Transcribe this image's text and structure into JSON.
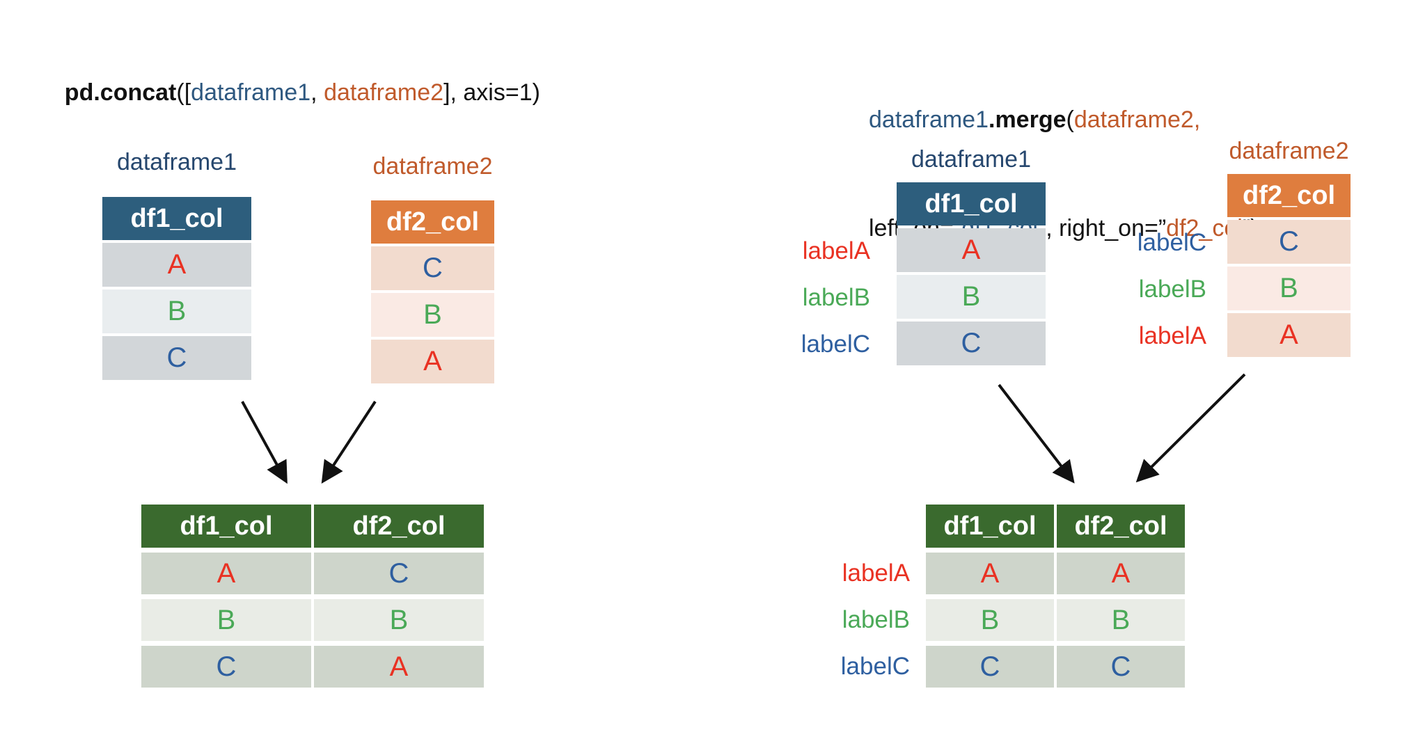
{
  "palette": {
    "header_blue": "#2d5e7d",
    "header_orange": "#df7d3e",
    "header_green": "#3a6a2e",
    "title_navy": "#26476e",
    "code_blue": "#2e5880",
    "code_orange": "#c05a2b",
    "value_red": "#e93223",
    "value_green": "#4aa957",
    "value_blue": "#2e5fa0",
    "row_gray_dark": "#d2d6d9",
    "row_gray_light": "#e9edef",
    "row_peach_dark": "#f2dbce",
    "row_peach_light": "#faeae4",
    "row_sage_dark": "#ced5cb",
    "row_sage_light": "#e9ece6",
    "arrow_color": "#111111"
  },
  "left": {
    "code": [
      {
        "t": "pd.concat",
        "c": "#111111"
      },
      {
        "t": "([",
        "c": "#111111"
      },
      {
        "t": "dataframe1",
        "c": "#2e5880"
      },
      {
        "t": ", ",
        "c": "#111111"
      },
      {
        "t": "dataframe2",
        "c": "#c05a2b"
      },
      {
        "t": "], axis=1)",
        "c": "#111111"
      }
    ],
    "df1": {
      "title": "dataframe1",
      "header": "df1_col",
      "rows": [
        {
          "v": "A",
          "c": "#e93223"
        },
        {
          "v": "B",
          "c": "#4aa957"
        },
        {
          "v": "C",
          "c": "#2e5fa0"
        }
      ]
    },
    "df2": {
      "title": "dataframe2",
      "header": "df2_col",
      "rows": [
        {
          "v": "C",
          "c": "#2e5fa0"
        },
        {
          "v": "B",
          "c": "#4aa957"
        },
        {
          "v": "A",
          "c": "#e93223"
        }
      ]
    },
    "result": {
      "headers": [
        "df1_col",
        "df2_col"
      ],
      "rows": [
        {
          "c1": {
            "v": "A",
            "c": "#e93223"
          },
          "c2": {
            "v": "C",
            "c": "#2e5fa0"
          }
        },
        {
          "c1": {
            "v": "B",
            "c": "#4aa957"
          },
          "c2": {
            "v": "B",
            "c": "#4aa957"
          }
        },
        {
          "c1": {
            "v": "C",
            "c": "#2e5fa0"
          },
          "c2": {
            "v": "A",
            "c": "#e93223"
          }
        }
      ]
    }
  },
  "right": {
    "code_line1": [
      {
        "t": "dataframe1",
        "c": "#2e5880"
      },
      {
        "t": ".merge",
        "c": "#111111"
      },
      {
        "t": "(",
        "c": "#111111"
      },
      {
        "t": "dataframe2,",
        "c": "#c05a2b"
      }
    ],
    "code_line2": [
      {
        "t": "left_on=”",
        "c": "#111111"
      },
      {
        "t": "df1_col",
        "c": "#2e5880"
      },
      {
        "t": "”, right_on=”",
        "c": "#111111"
      },
      {
        "t": "df2_col",
        "c": "#c05a2b"
      },
      {
        "t": "”)",
        "c": "#111111"
      }
    ],
    "df1": {
      "title": "dataframe1",
      "header": "df1_col",
      "labels": [
        {
          "v": "labelA",
          "c": "#e93223"
        },
        {
          "v": "labelB",
          "c": "#4aa957"
        },
        {
          "v": "labelC",
          "c": "#2e5fa0"
        }
      ],
      "rows": [
        {
          "v": "A",
          "c": "#e93223"
        },
        {
          "v": "B",
          "c": "#4aa957"
        },
        {
          "v": "C",
          "c": "#2e5fa0"
        }
      ]
    },
    "df2": {
      "title": "dataframe2",
      "header": "df2_col",
      "labels": [
        {
          "v": "labelC",
          "c": "#2e5fa0"
        },
        {
          "v": "labelB",
          "c": "#4aa957"
        },
        {
          "v": "labelA",
          "c": "#e93223"
        }
      ],
      "rows": [
        {
          "v": "C",
          "c": "#2e5fa0"
        },
        {
          "v": "B",
          "c": "#4aa957"
        },
        {
          "v": "A",
          "c": "#e93223"
        }
      ]
    },
    "result": {
      "headers": [
        "df1_col",
        "df2_col"
      ],
      "labels": [
        {
          "v": "labelA",
          "c": "#e93223"
        },
        {
          "v": "labelB",
          "c": "#4aa957"
        },
        {
          "v": "labelC",
          "c": "#2e5fa0"
        }
      ],
      "rows": [
        {
          "c1": {
            "v": "A",
            "c": "#e93223"
          },
          "c2": {
            "v": "A",
            "c": "#e93223"
          }
        },
        {
          "c1": {
            "v": "B",
            "c": "#4aa957"
          },
          "c2": {
            "v": "B",
            "c": "#4aa957"
          }
        },
        {
          "c1": {
            "v": "C",
            "c": "#2e5fa0"
          },
          "c2": {
            "v": "C",
            "c": "#2e5fa0"
          }
        }
      ]
    }
  }
}
